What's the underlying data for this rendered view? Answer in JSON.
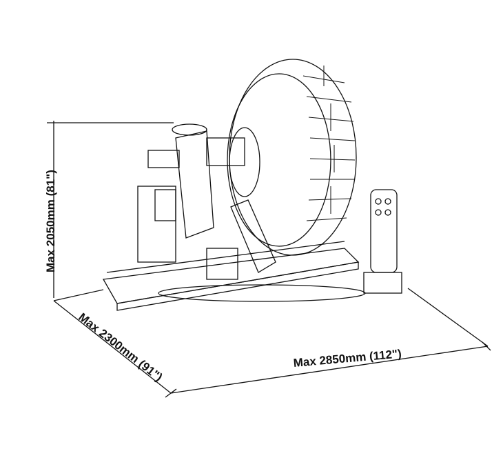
{
  "dimensions": {
    "height": "Max 2050mm (81\")",
    "depth": "Max 2300mm (91\")",
    "width": "Max 2850mm (112\")"
  },
  "colors": {
    "line": "#111111",
    "background": "#ffffff"
  }
}
